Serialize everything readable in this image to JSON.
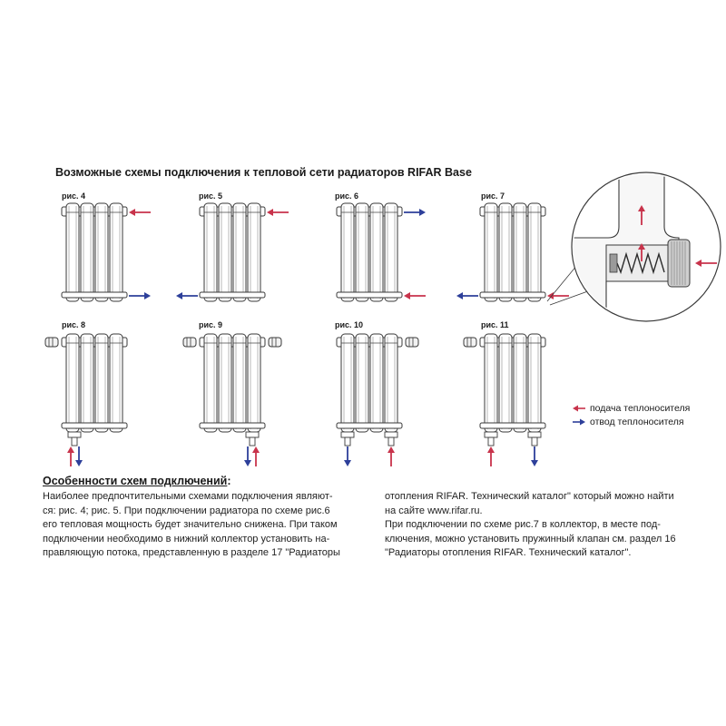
{
  "heading": "Возможные схемы подключения к тепловой сети радиаторов RIFAR Base",
  "figures": [
    {
      "label": "рис. 4"
    },
    {
      "label": "рис. 5"
    },
    {
      "label": "рис. 6"
    },
    {
      "label": "рис. 7"
    },
    {
      "label": "рис. 8"
    },
    {
      "label": "рис. 9"
    },
    {
      "label": "рис. 10"
    },
    {
      "label": "рис. 11"
    }
  ],
  "legend": {
    "supply": "подача теплоносителя",
    "return": "отвод теплоносителя",
    "supply_color": "#c8334b",
    "return_color": "#2d3f9a"
  },
  "features": {
    "title": "Особенности схем подключений",
    "title_suffix": ":",
    "left_lines": [
      "Наиболее предпочтительными схемами подключения являют-",
      "ся: рис. 4; рис. 5. При подключении радиатора по схеме рис.6",
      "его тепловая мощность будет значительно снижена. При таком",
      "подключении необходимо в нижний коллектор установить на-",
      "правляющую потока, представленную в разделе 17 \"Радиаторы"
    ],
    "right_lines": [
      "отопления RIFAR. Технический каталог\" который можно найти",
      "на сайте www.rifar.ru.",
      "При подключении по схеме рис.7 в коллектор, в месте под-",
      "ключения, можно установить пружинный клапан см. раздел 16",
      "\"Радиаторы отопления RIFAR. Технический каталог\"."
    ]
  }
}
